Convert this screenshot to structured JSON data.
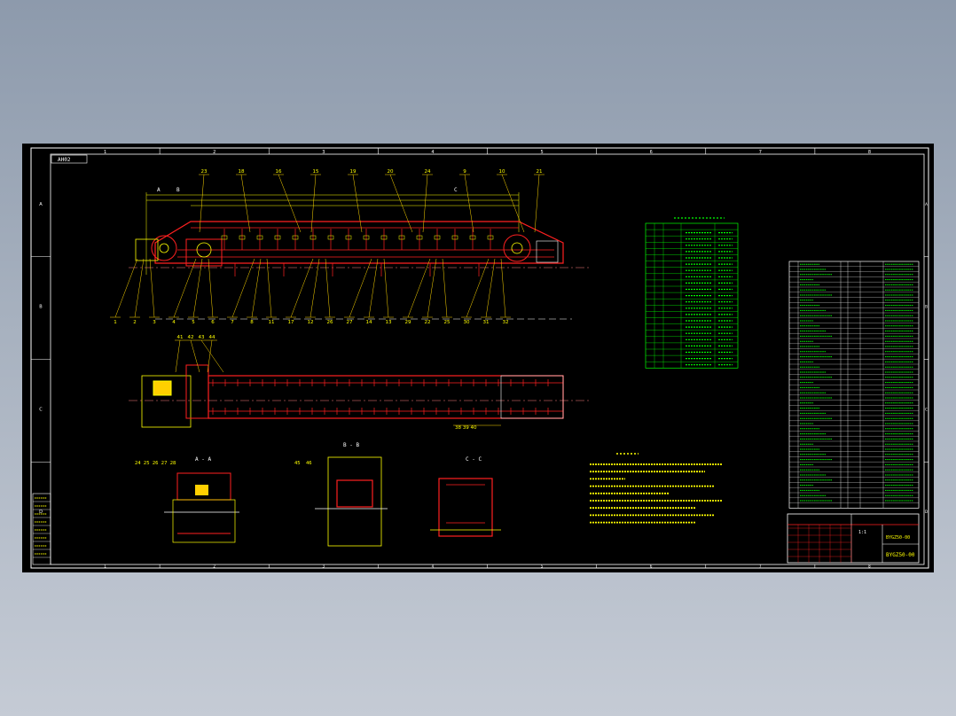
{
  "drawing": {
    "border_zone_numbers": [
      "1",
      "2",
      "3",
      "4",
      "5",
      "6",
      "7",
      "8"
    ],
    "border_zone_letters": [
      "A",
      "B",
      "C",
      "D"
    ],
    "corner_tag": "AH02",
    "section_labels": {
      "aa": "A - A",
      "bb": "B - B",
      "cc": "C - C"
    },
    "cut_markers": {
      "a": "A",
      "b": "B",
      "c": "C"
    },
    "part_callouts_top": [
      "23",
      "18",
      "16",
      "15",
      "19",
      "20",
      "24",
      "9",
      "10",
      "21"
    ],
    "part_callouts_bottom": [
      "1",
      "2",
      "3",
      "4",
      "5",
      "6",
      "7",
      "8",
      "11",
      "17",
      "12",
      "26",
      "27",
      "14",
      "13",
      "29",
      "22",
      "25",
      "30",
      "31",
      "32"
    ],
    "part_callouts_plan": [
      "41",
      "42",
      "43",
      "44",
      "38 39 40"
    ],
    "part_callouts_section_aa": "24 25 26 27 28",
    "part_callouts_section_bb": [
      "45",
      "46"
    ],
    "title_block": {
      "drawing_number": "BYGZ50-00",
      "company_line": "BYGZ50-00",
      "scale_note": "1:1"
    },
    "colors": {
      "frame": "#ffffff",
      "outline": "#ff2020",
      "dimension": "#ffff00",
      "table": "#00ff00",
      "leader": "#ffd700",
      "centerline": "#ff8080",
      "annotation": "#00ffff"
    }
  }
}
